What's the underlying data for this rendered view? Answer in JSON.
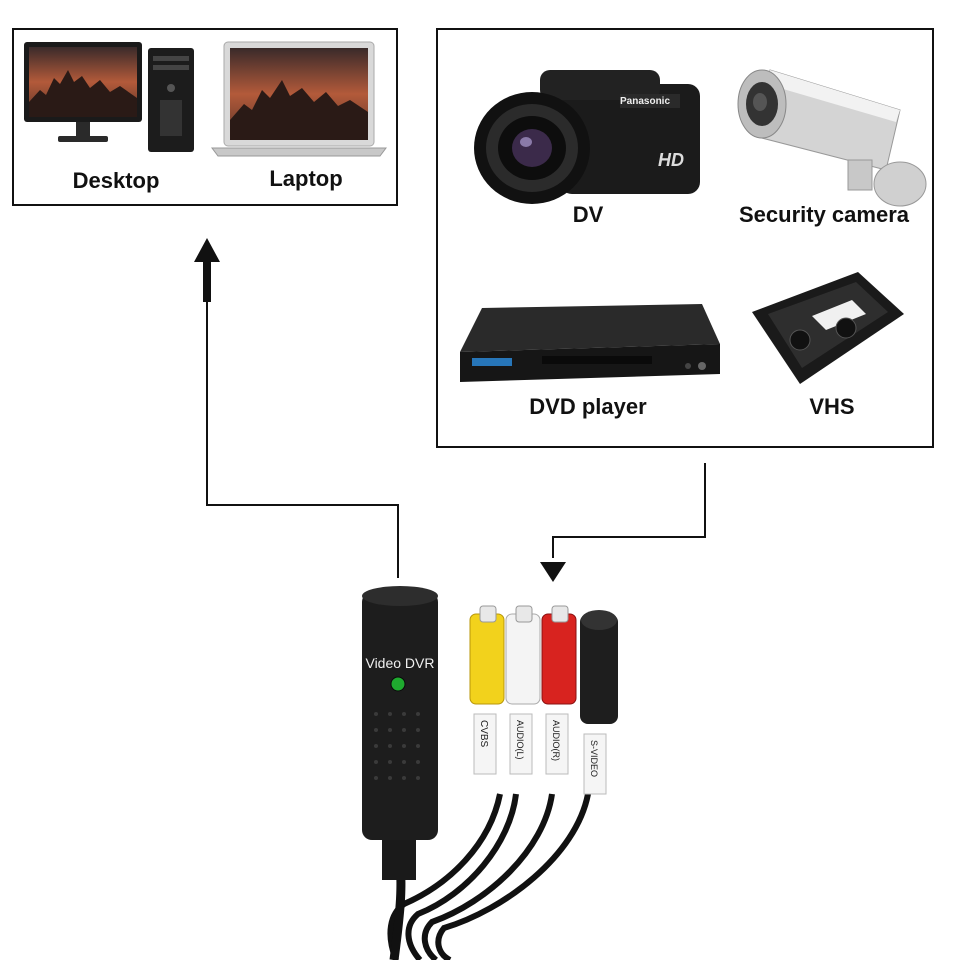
{
  "targets": {
    "items": [
      {
        "label": "Desktop",
        "icon": "desktop-computer-icon"
      },
      {
        "label": "Laptop",
        "icon": "laptop-icon"
      }
    ]
  },
  "sources": {
    "items": [
      {
        "label": "DV",
        "icon": "camcorder-icon",
        "brand": "Panasonic",
        "badge": "HD"
      },
      {
        "label": "Security camera",
        "icon": "security-camera-icon"
      },
      {
        "label": "DVD player",
        "icon": "dvd-player-icon"
      },
      {
        "label": "VHS",
        "icon": "vhs-tape-icon"
      }
    ]
  },
  "device": {
    "label": "Video DVR",
    "cables": [
      {
        "label": "CVBS",
        "color": "#f2d21c"
      },
      {
        "label": "AUDIO(L)",
        "color": "#f4f4f4"
      },
      {
        "label": "AUDIO(R)",
        "color": "#d8231f"
      },
      {
        "label": "S-VIDEO",
        "color": "#1e1e1e"
      }
    ]
  }
}
